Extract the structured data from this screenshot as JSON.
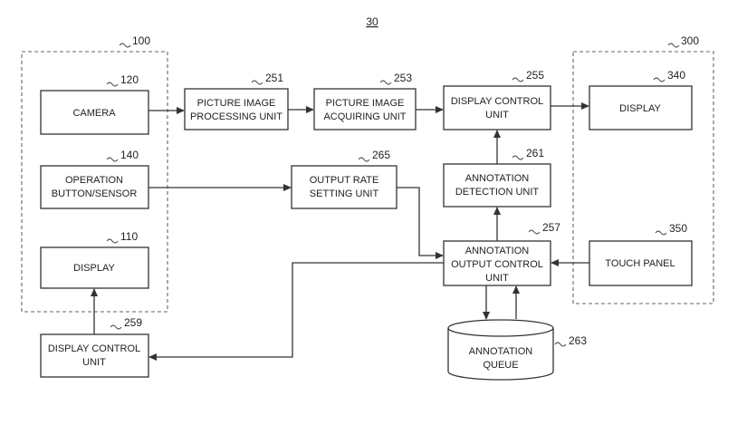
{
  "figure_number": "30",
  "groups": {
    "g100": {
      "ref": "100"
    },
    "g300": {
      "ref": "300"
    }
  },
  "blocks": {
    "camera": {
      "ref": "120",
      "lines": [
        "CAMERA"
      ]
    },
    "operation": {
      "ref": "140",
      "lines": [
        "OPERATION",
        "BUTTON/SENSOR"
      ]
    },
    "display_110": {
      "ref": "110",
      "lines": [
        "DISPLAY"
      ]
    },
    "pip": {
      "ref": "251",
      "lines": [
        "PICTURE IMAGE",
        "PROCESSING UNIT"
      ]
    },
    "pia": {
      "ref": "253",
      "lines": [
        "PICTURE IMAGE",
        "ACQUIRING UNIT"
      ]
    },
    "dcu255": {
      "ref": "255",
      "lines": [
        "DISPLAY CONTROL",
        "UNIT"
      ]
    },
    "display_340": {
      "ref": "340",
      "lines": [
        "DISPLAY"
      ]
    },
    "ors": {
      "ref": "265",
      "lines": [
        "OUTPUT RATE",
        "SETTING UNIT"
      ]
    },
    "adu": {
      "ref": "261",
      "lines": [
        "ANNOTATION",
        "DETECTION UNIT"
      ]
    },
    "aoc": {
      "ref": "257",
      "lines": [
        "ANNOTATION",
        "OUTPUT CONTROL",
        "UNIT"
      ]
    },
    "touch": {
      "ref": "350",
      "lines": [
        "TOUCH PANEL"
      ]
    },
    "dcu259": {
      "ref": "259",
      "lines": [
        "DISPLAY CONTROL",
        "UNIT"
      ]
    },
    "queue": {
      "ref": "263",
      "lines": [
        "ANNOTATION",
        "QUEUE"
      ]
    }
  }
}
